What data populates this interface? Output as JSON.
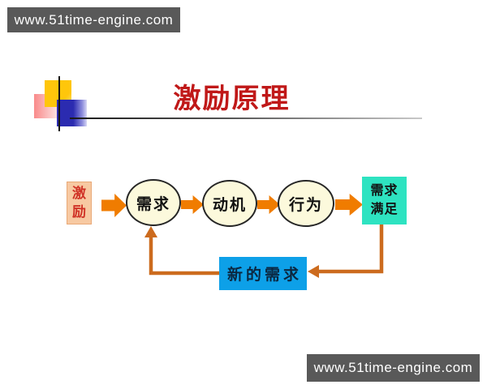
{
  "banner_top": {
    "text": "www.51time-engine.com"
  },
  "banner_bottom": {
    "text": "www.51time-engine.com"
  },
  "title": {
    "text": "激励原理"
  },
  "diagram": {
    "incentive": {
      "lines": [
        "激",
        "励"
      ]
    },
    "nodes": [
      {
        "label": "需求"
      },
      {
        "label": "动机"
      },
      {
        "label": "行为"
      }
    ],
    "satisfaction": {
      "lines": [
        "需求",
        "满足"
      ]
    },
    "new_need": {
      "label": "新的需求"
    }
  },
  "colors": {
    "banner_bg": "#595959",
    "title_red": "#C01818",
    "decor_yellow": "#FFC60B",
    "decor_pink": "#F98A8A",
    "decor_blue": "#2B2BB0",
    "incentive_bg": "#F7C9A2",
    "incentive_text": "#D03226",
    "ellipse_fill": "#FCF9DC",
    "block_arrow_orange": "#F07C00",
    "satisfaction_bg": "#2EE3C1",
    "new_need_bg": "#0DA0E8",
    "new_need_text": "#0B2740",
    "feedback_line": "#CC6B1E"
  }
}
